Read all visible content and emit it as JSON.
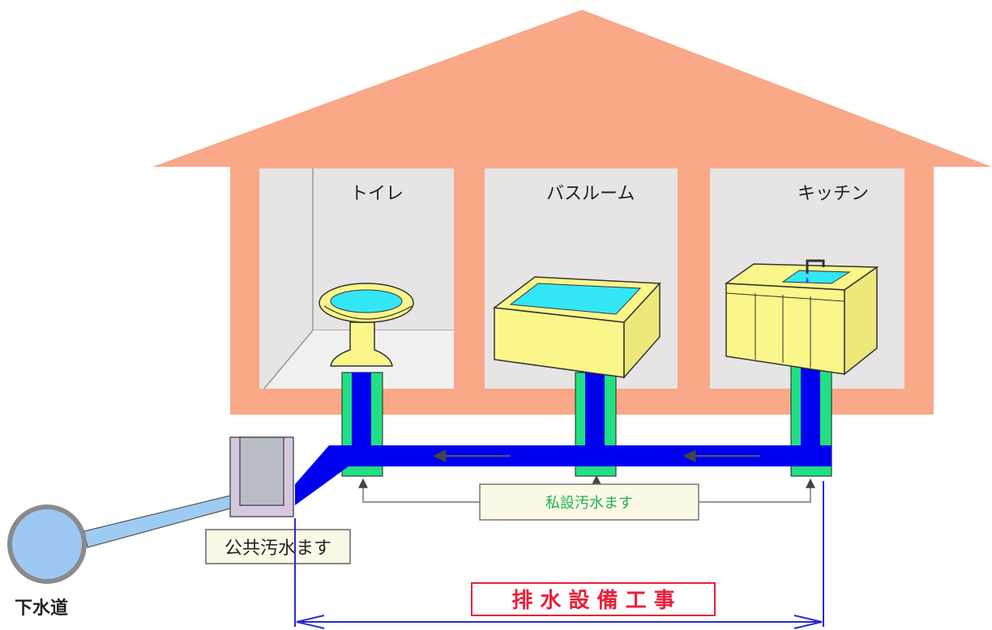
{
  "rooms": {
    "toilet": "トイレ",
    "bathroom": "バスルーム",
    "kitchen": "キッチン"
  },
  "labels": {
    "private_basin": "私設汚水ます",
    "public_basin": "公共汚水ます",
    "sewer": "下水道",
    "drainage_work": "排 水 設 備 工 事"
  },
  "colors": {
    "house": "#F9A888",
    "room_wall": "#E6E4E4",
    "fixture": "#FAF68A",
    "water": "#33E6F5",
    "pipe": "#0000F0",
    "pipe_sleeve": "#22E082",
    "sewer_pipe": "#9ECBF2",
    "accent_red": "#E8203A",
    "dimension_line": "#2A2AD0",
    "private_text": "#1FB24A"
  }
}
